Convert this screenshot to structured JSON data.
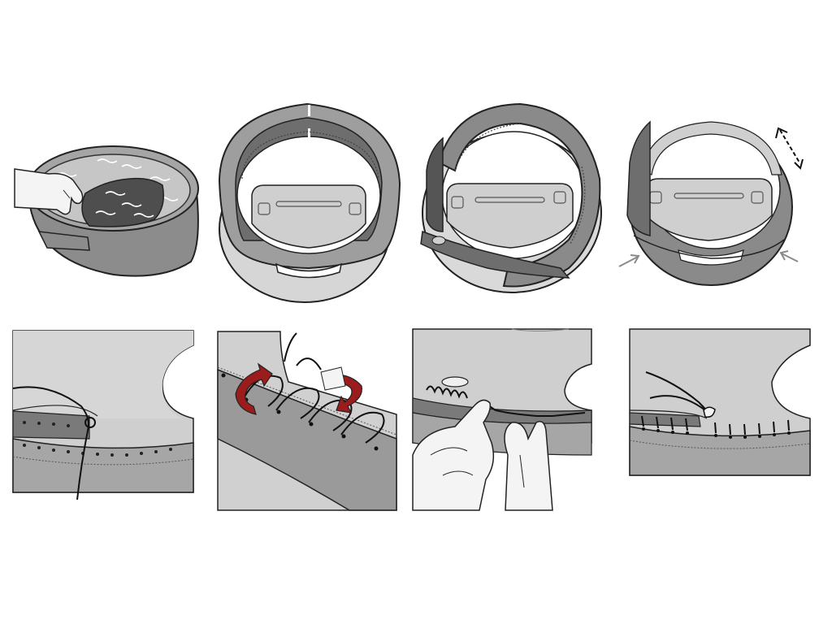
{
  "figure": {
    "description_visible_text": [],
    "colors": {
      "outline": "#222222",
      "leather_dark": "#6e6e6e",
      "leather_mid": "#9a9a9a",
      "leather_light": "#c8c8c8",
      "wheel_light": "#d9d9d9",
      "bowl": "#8c8c8c",
      "water": "#bdbdbd",
      "thread": "#111111",
      "accent_red": "#9b1c1c",
      "arrow_gray": "#8a8a8a"
    },
    "steps_top": [
      {
        "id": "soak-leather",
        "icon": "bowl-with-water-and-hand"
      },
      {
        "id": "place-cover-on-wheel",
        "icon": "steering-wheel-with-cover"
      },
      {
        "id": "wrap-cover-around-rim",
        "icon": "steering-wheel-partially-wrapped"
      },
      {
        "id": "adjust-cover-position",
        "icon": "steering-wheel-wrapped-with-arrows"
      }
    ],
    "steps_bottom": [
      {
        "id": "start-stitch-at-spoke",
        "icon": "thread-through-first-hole"
      },
      {
        "id": "cross-stitch-lacing",
        "icon": "lacing-with-red-rotation-arrows"
      },
      {
        "id": "pull-thread-tight",
        "icon": "fingers-tightening-stitches"
      },
      {
        "id": "finish-stitch-at-spoke",
        "icon": "completed-stitch-row"
      }
    ]
  }
}
